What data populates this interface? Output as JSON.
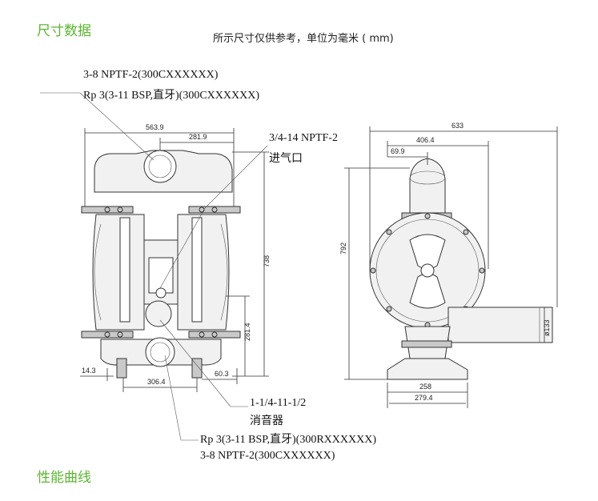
{
  "headings": {
    "dimensions": "尺寸数据",
    "performance": "性能曲线"
  },
  "note": "所示尺寸仅供参考，单位为毫米 ( mm)",
  "callouts": {
    "top_line1": "3-8 NPTF-2(300CXXXXXX)",
    "top_line2": "Rp 3(3-11 BSP,直牙)(300CXXXXXX)",
    "air_line1": "3/4-14 NPTF-2",
    "air_line2": "进气口",
    "muffler_line1": "1-1/4-11-1/2",
    "muffler_line2": "消音器",
    "bottom_line1": "Rp 3(3-11 BSP,直牙)(300RXXXXXX)",
    "bottom_line2": "3-8 NPTF-2(300CXXXXXX)"
  },
  "dims_front": {
    "overall_width": "563.9",
    "half_width": "281.9",
    "height": "738",
    "outlet_height": "281.4",
    "left_offset": "14.3",
    "base_width": "306.4",
    "right_offset": "60.3"
  },
  "dims_side": {
    "overall_depth": "633",
    "top_depth": "406.4",
    "inlet_offset": "69.9",
    "height": "792",
    "port_dia": "ø133",
    "base_inner": "258",
    "base_outer": "279.4"
  }
}
